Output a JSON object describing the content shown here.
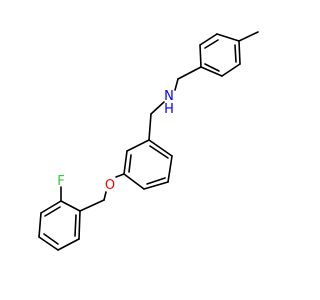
{
  "molecule": {
    "atoms": [
      {
        "id": "N",
        "text": "N",
        "color": "#0000ff"
      },
      {
        "id": "H",
        "text": "H",
        "color": "#0000ff"
      },
      {
        "id": "O",
        "text": "O",
        "color": "#ff0000"
      },
      {
        "id": "F",
        "text": "F",
        "color": "#33cc33"
      }
    ],
    "bond_color": "#000000"
  }
}
